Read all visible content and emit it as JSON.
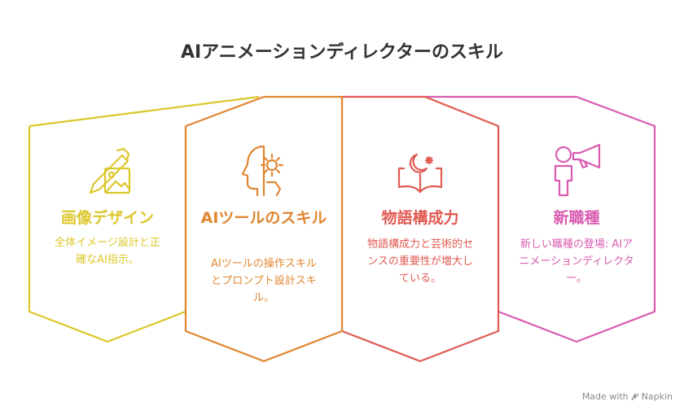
{
  "title": "AIアニメーションディレクターのスキル",
  "cards": [
    {
      "title": "画像デザイン",
      "description": "全体イメージ設計と正確なAI指示。",
      "icon": "pencil-image-icon",
      "color": "#dcc72a"
    },
    {
      "title": "AIツールのスキル",
      "description": "AIツールの操作スキルとプロンプト設計スキル。",
      "icon": "head-gear-icon",
      "color": "#e08630"
    },
    {
      "title": "物語構成力",
      "description": "物語構成力と芸術的センスの重要性が増大している。",
      "icon": "open-book-crescent-icon",
      "color": "#e05a52"
    },
    {
      "title": "新職種",
      "description": "新しい職種の登場: AIアニメーションディレクター。",
      "icon": "person-megaphone-icon",
      "color": "#d95bb0"
    }
  ],
  "watermark": {
    "prefix": "Made with",
    "brand": "Napkin"
  }
}
